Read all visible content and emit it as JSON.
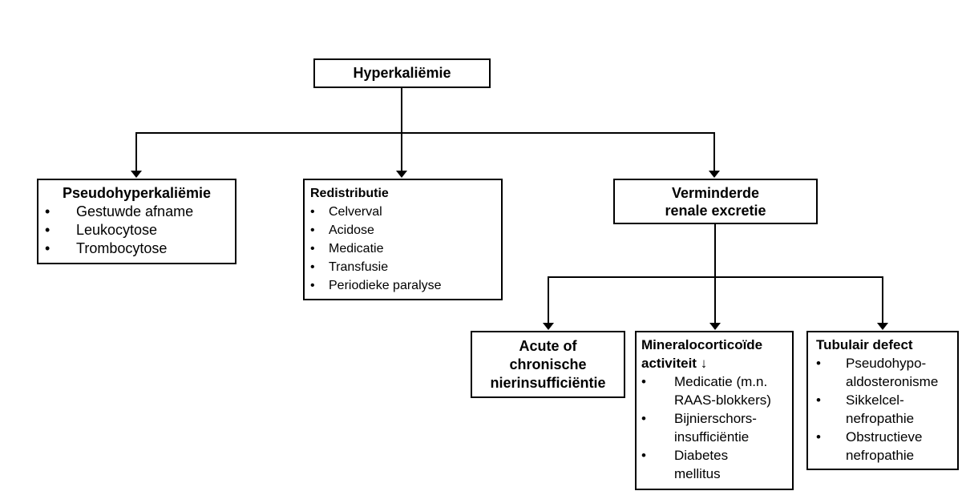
{
  "ui": {
    "bullet": "•"
  },
  "colors": {
    "background": "#ffffff",
    "box_border": "#000000",
    "connector_line": "#000000",
    "text": "#000000"
  },
  "boxes": {
    "root": {
      "title": "Hyperkaliëmie"
    },
    "pseudohyperkaliemie": {
      "title": "Pseudohyperkaliëmie",
      "items": [
        "Gestuwde afname",
        "Leukocytose",
        "Trombocytose"
      ]
    },
    "redistributie": {
      "title": "Redistributie",
      "items": [
        "Celverval",
        "Acidose",
        "Medicatie",
        "Transfusie",
        "Periodieke paralyse"
      ]
    },
    "verminderde_renale_excretie": {
      "title": "Verminderde\nrenale excretie"
    },
    "nierinsufficientie": {
      "title": "Acute of\nchronische\nnierinsufficiëntie"
    },
    "mineralocorticoide": {
      "title": "Mineralocorticoïde\nactiviteit ↓",
      "items": [
        "Medicatie (m.n.\nRAAS-blokkers)",
        "Bijnierschors-\ninsufficiëntie",
        "Diabetes\nmellitus"
      ]
    },
    "tubulair_defect": {
      "title": "Tubulair defect",
      "items": [
        "Pseudohypo-\naldosteronisme",
        "Sikkelcel-\nnefropathie",
        "Obstructieve\nnefropathie"
      ]
    }
  }
}
